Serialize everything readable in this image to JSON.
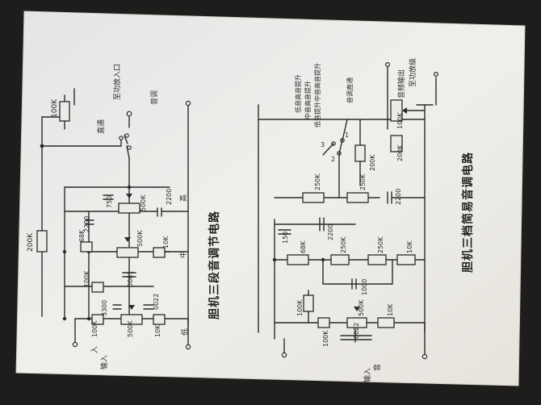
{
  "circuit1": {
    "title": "胆机三段音调节电路",
    "input": "输入",
    "input_sub": "入",
    "output_to_amp": "至功放入口",
    "bypass": "直通",
    "bypass_alt": "音调",
    "band_high": "高",
    "band_mid": "中",
    "band_low": "低",
    "r_top": "100K",
    "r_feed": "200K",
    "c_750": "750",
    "pot_high": "500K",
    "c_2200_out": "2200",
    "c_2200_in": "2200",
    "r_68k": "68K",
    "pot_mid": "500K",
    "r_10k_mid": "10K",
    "c_0001": "0001",
    "r_100k_low": "100K",
    "c_3300": "3300",
    "c_0022": "0022",
    "r_100k_bottom": "100K",
    "pot_low": "500K",
    "r_10k_low": "10K"
  },
  "circuit2": {
    "title": "胆机三档简易音调电路",
    "input": "输入",
    "input_sub": "音",
    "label_mode1": "低音高音提升",
    "label_mode1b": "中音高音提升",
    "label_mode2": "低音提升中音高音提升",
    "label_bypass": "音调直通",
    "label_out": "音频输出",
    "label_amp": "至功放级",
    "sw_3": "3",
    "sw_1": "1",
    "sw_2": "2",
    "r_200k": "200K",
    "r_200k_2": "200K",
    "pot_100k": "100K",
    "r_250k_a": "250K",
    "r_250k_b": "250K",
    "c_2200_a": "2200",
    "c_150": "150",
    "c_2200_b": "2200",
    "r_68k": "68K",
    "r_250k_c": "250K",
    "r_250k_d": "250K",
    "r_10k": "10K",
    "c_1000": "1000",
    "r_100k_a": "100K",
    "pot_500k": "500K",
    "r_10k_b": "10K",
    "r_100k_b": "100K",
    "c_0022": "0022"
  }
}
